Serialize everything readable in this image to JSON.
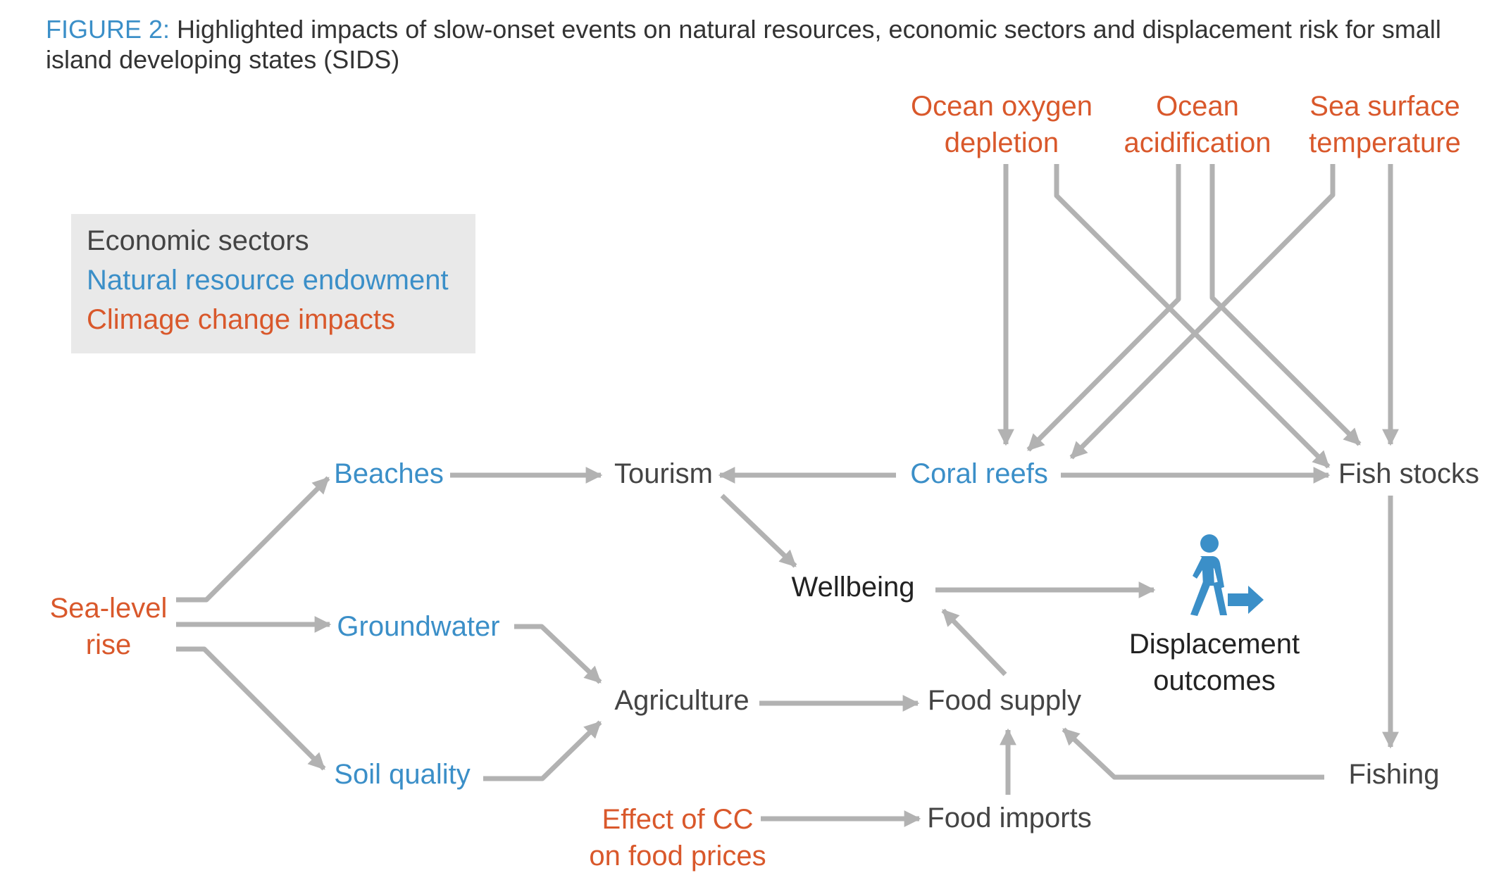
{
  "figure": {
    "label": "FIGURE 2:",
    "title": "Highlighted impacts of slow-onset events on natural resources, economic sectors and displacement risk for small island developing states (SIDS)"
  },
  "legend": {
    "sectors": "Economic sectors",
    "resources": "Natural resource endowment",
    "impacts": "Climage change impacts"
  },
  "nodes": {
    "oxygen_l1": "Ocean oxygen",
    "oxygen_l2": "depletion",
    "acid_l1": "Ocean",
    "acid_l2": "acidification",
    "sst_l1": "Sea surface",
    "sst_l2": "temperature",
    "beaches": "Beaches",
    "tourism": "Tourism",
    "coral": "Coral reefs",
    "fish": "Fish stocks",
    "slr_l1": "Sea-level",
    "slr_l2": "rise",
    "wellbeing": "Wellbeing",
    "groundwater": "Groundwater",
    "displacement_l1": "Displacement",
    "displacement_l2": "outcomes",
    "agriculture": "Agriculture",
    "food_supply": "Food supply",
    "soil": "Soil quality",
    "fishing": "Fishing",
    "cc_l1": "Effect of CC",
    "cc_l2": "on food prices",
    "imports": "Food imports"
  },
  "colors": {
    "sector": "#444444",
    "resource": "#3b8fc8",
    "impact": "#d9582b",
    "arrow": "#b2b2b2",
    "legend_bg": "#e9e9e9"
  },
  "icons": {
    "displacement": "walking-person-with-arrow-icon"
  }
}
